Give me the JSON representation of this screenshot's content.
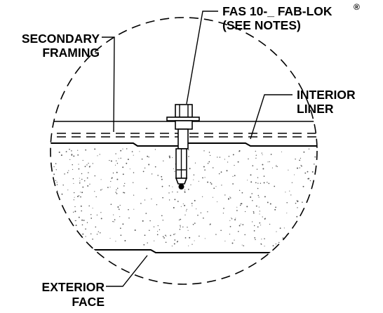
{
  "labels": {
    "fastener_line1": "FAS 10-_  FAB-LOK",
    "fastener_reg": "®",
    "fastener_line2": "(SEE NOTES)",
    "secondary_line1": "SECONDARY",
    "secondary_line2": "FRAMING",
    "interior_line1": "INTERIOR",
    "interior_line2": "LINER",
    "exterior_line1": "EXTERIOR",
    "exterior_line2": "FACE"
  }
}
